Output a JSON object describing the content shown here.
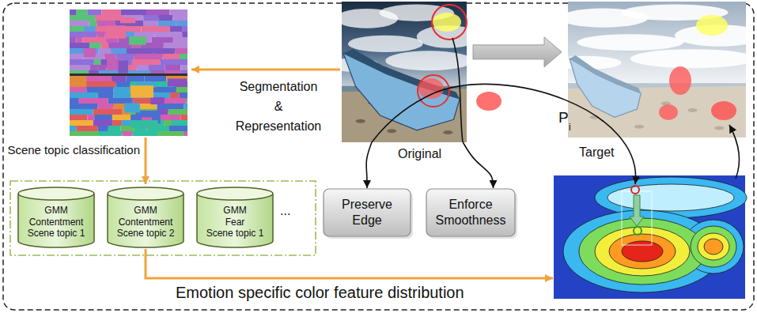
{
  "diagram": {
    "nodes": [
      {
        "text": [
          "Original"
        ]
      },
      {
        "text": [
          "Target"
        ]
      },
      {
        "text": [
          "..."
        ]
      },
      {
        "text": [
          "GMM",
          "Contentment",
          "Scene topic 1"
        ],
        "in": 2
      },
      {
        "text": [
          "GMM",
          "Contentment",
          "Scene topic 2"
        ],
        "in": 2
      },
      {
        "text": [
          "GMM",
          "Fear",
          "Scene topic 1"
        ],
        "in": 2
      },
      {
        "text": [
          "Preserve Edge"
        ]
      },
      {
        "text": [
          "Enforce Smoothness"
        ]
      }
    ],
    "edges": [
      {
        "from": 0,
        "to": 1,
        "arrow": "to"
      },
      {
        "from": 0,
        "to": 6,
        "arrow": "to"
      },
      {
        "from": 0,
        "to": 7,
        "arrow": "to"
      }
    ],
    "labels": [
      "Segmentation & Representation",
      "Scene topic classification",
      "P",
      "i",
      "Emotion specific color feature distribution"
    ]
  }
}
